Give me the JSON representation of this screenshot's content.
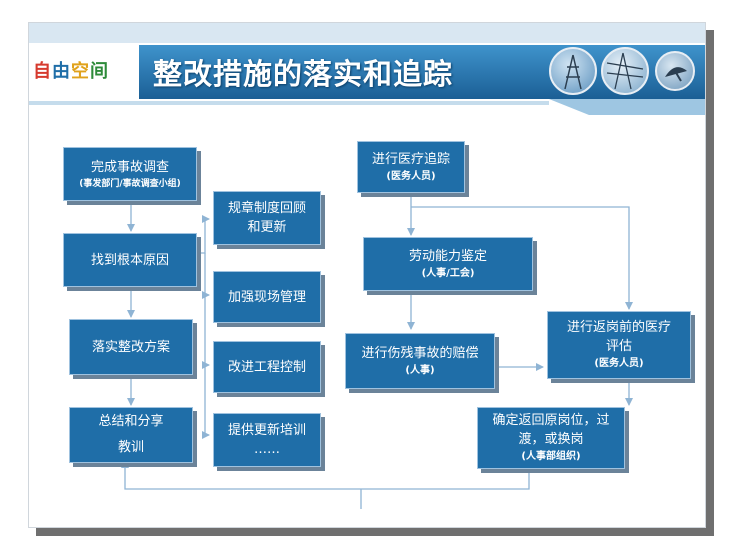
{
  "header": {
    "logo_chars": [
      "自",
      "由",
      "空",
      "间"
    ],
    "title": "整改措施的落实和追踪",
    "accent_color": "#1f6ea8"
  },
  "nodes": {
    "n1": {
      "label": "完成事故调查",
      "sub": "(事发部门/事故调查小组)"
    },
    "n2": {
      "label": "找到根本原因"
    },
    "n3": {
      "label": "落实整改方案"
    },
    "n4": {
      "line1": "总结和分享",
      "line2": "教训"
    },
    "m1": {
      "line1": "规章制度回顾",
      "line2": "和更新"
    },
    "m2": {
      "label": "加强现场管理"
    },
    "m3": {
      "label": "改进工程控制"
    },
    "m4": {
      "line1": "提供更新培训",
      "line2": "……"
    },
    "r1": {
      "label": "进行医疗追踪",
      "sub": "(医务人员)"
    },
    "r2": {
      "label": "劳动能力鉴定",
      "sub": "(人事/工会)"
    },
    "r3": {
      "label": "进行伤残事故的赔偿",
      "sub": "(人事)"
    },
    "r4": {
      "line1": "进行返岗前的医疗",
      "line2": "评估",
      "sub": "(医务人员)"
    },
    "r5": {
      "line1": "确定返回原岗位，过",
      "line2": "渡，或换岗",
      "sub": "(人事部组织)"
    }
  }
}
